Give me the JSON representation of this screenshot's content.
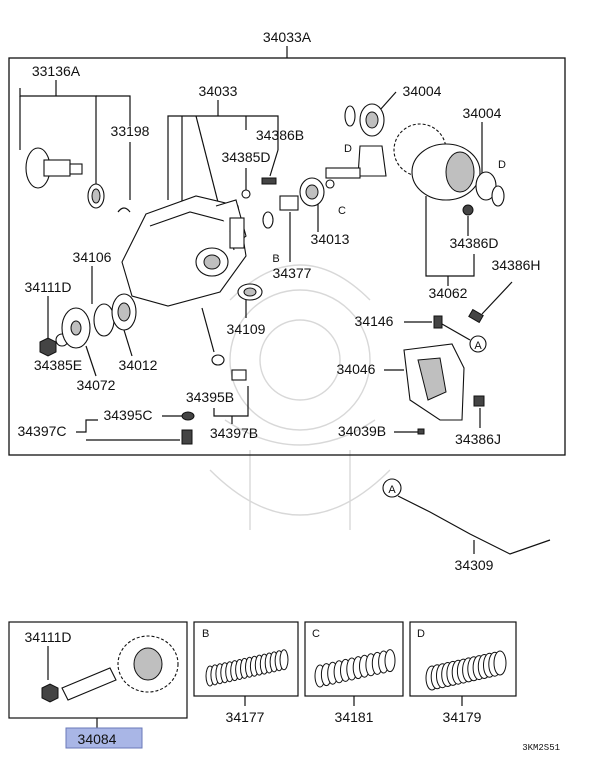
{
  "diagram": {
    "assembly_label": "34033A",
    "labels": {
      "p33136A": "33136A",
      "p33198": "33198",
      "p34033": "34033",
      "p34386B": "34386B",
      "p34385D": "34385D",
      "p34004a": "34004",
      "p34004b": "34004",
      "p34106": "34106",
      "p34111D": "34111D",
      "p34385E": "34385E",
      "p34072": "34072",
      "p34012": "34012",
      "p34109": "34109",
      "p34013": "34013",
      "p34377": "34377",
      "p34386D": "34386D",
      "p34062": "34062",
      "p34386H": "34386H",
      "p34146": "34146",
      "p34046": "34046",
      "p34395C": "34395C",
      "p34395B": "34395B",
      "p34397C": "34397C",
      "p34397B": "34397B",
      "p34039B": "34039B",
      "p34386J": "34386J",
      "p34309": "34309",
      "inset_34111D": "34111D",
      "p34084": "34084",
      "p34177": "34177",
      "p34181": "34181",
      "p34179": "34179"
    },
    "callouts": {
      "d1": "D",
      "d2": "D",
      "b": "B",
      "c": "C",
      "a1": "A",
      "a2": "A",
      "box_b": "B",
      "box_c": "C",
      "box_d": "D"
    },
    "diagram_code": "3KM2S51",
    "highlight_color": "#a9b6e6"
  }
}
